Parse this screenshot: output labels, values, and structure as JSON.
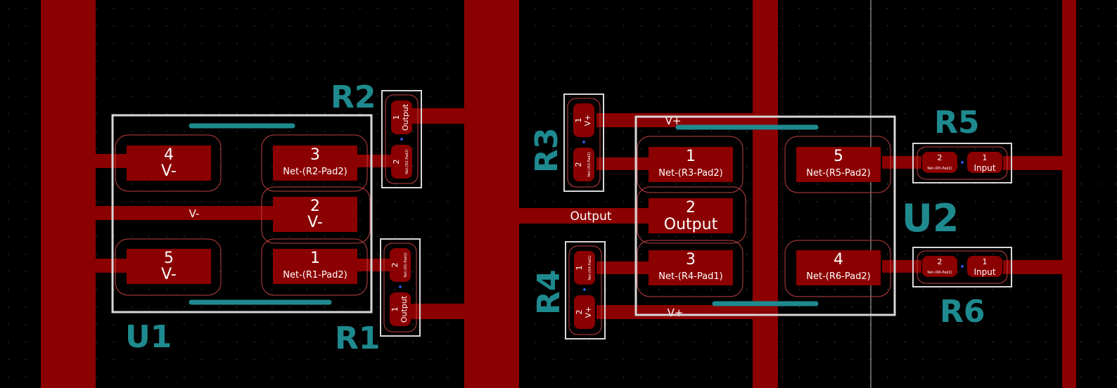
{
  "colors": {
    "background": "#000000",
    "copper": "#8b0000",
    "silkscreen": "#d8d8d8",
    "reference": "#1e8a8f",
    "courtyard": "#c04040",
    "grid_dot": "#3a3a3a"
  },
  "references": {
    "u1": "U1",
    "u2": "U2",
    "r1": "R1",
    "r2": "R2",
    "r3": "R3",
    "r4": "R4",
    "r5": "R5",
    "r6": "R6"
  },
  "nets": {
    "v_minus": "V-",
    "v_plus": "V+",
    "output": "Output",
    "input": "Input"
  },
  "u1": {
    "pad1": {
      "num": "1",
      "net": "Net-(R1-Pad2)"
    },
    "pad2": {
      "num": "2",
      "net": "V-"
    },
    "pad3": {
      "num": "3",
      "net": "Net-(R2-Pad2)"
    },
    "pad4": {
      "num": "4",
      "net": "V-"
    },
    "pad5": {
      "num": "5",
      "net": "V-"
    }
  },
  "u2": {
    "pad1": {
      "num": "1",
      "net": "Net-(R3-Pad2)"
    },
    "pad2": {
      "num": "2",
      "net": "Output"
    },
    "pad3": {
      "num": "3",
      "net": "Net-(R4-Pad1)"
    },
    "pad4": {
      "num": "4",
      "net": "Net-(R6-Pad2)"
    },
    "pad5": {
      "num": "5",
      "net": "Net-(R5-Pad2)"
    }
  },
  "r1": {
    "pad1": {
      "num": "1",
      "net": "Output"
    },
    "pad2": {
      "num": "2",
      "net": "Net-(R1-Pad2)"
    }
  },
  "r2": {
    "pad1": {
      "num": "1",
      "net": "Output"
    },
    "pad2": {
      "num": "2",
      "net": "Net-(R2-Pad2)"
    }
  },
  "r3": {
    "pad1": {
      "num": "1",
      "net": "V+"
    },
    "pad2": {
      "num": "2",
      "net": "Net-(R3-Pad2)"
    }
  },
  "r4": {
    "pad1": {
      "num": "1",
      "net": "Net-(R4-Pad1)"
    },
    "pad2": {
      "num": "2",
      "net": "V+"
    }
  },
  "r5": {
    "pad1": {
      "num": "1",
      "net": "Input"
    },
    "pad2": {
      "num": "2",
      "net": "Net-(R5-Pad2)"
    }
  },
  "r6": {
    "pad1": {
      "num": "1",
      "net": "Input"
    },
    "pad2": {
      "num": "2",
      "net": "Net-(R6-Pad2)"
    }
  }
}
